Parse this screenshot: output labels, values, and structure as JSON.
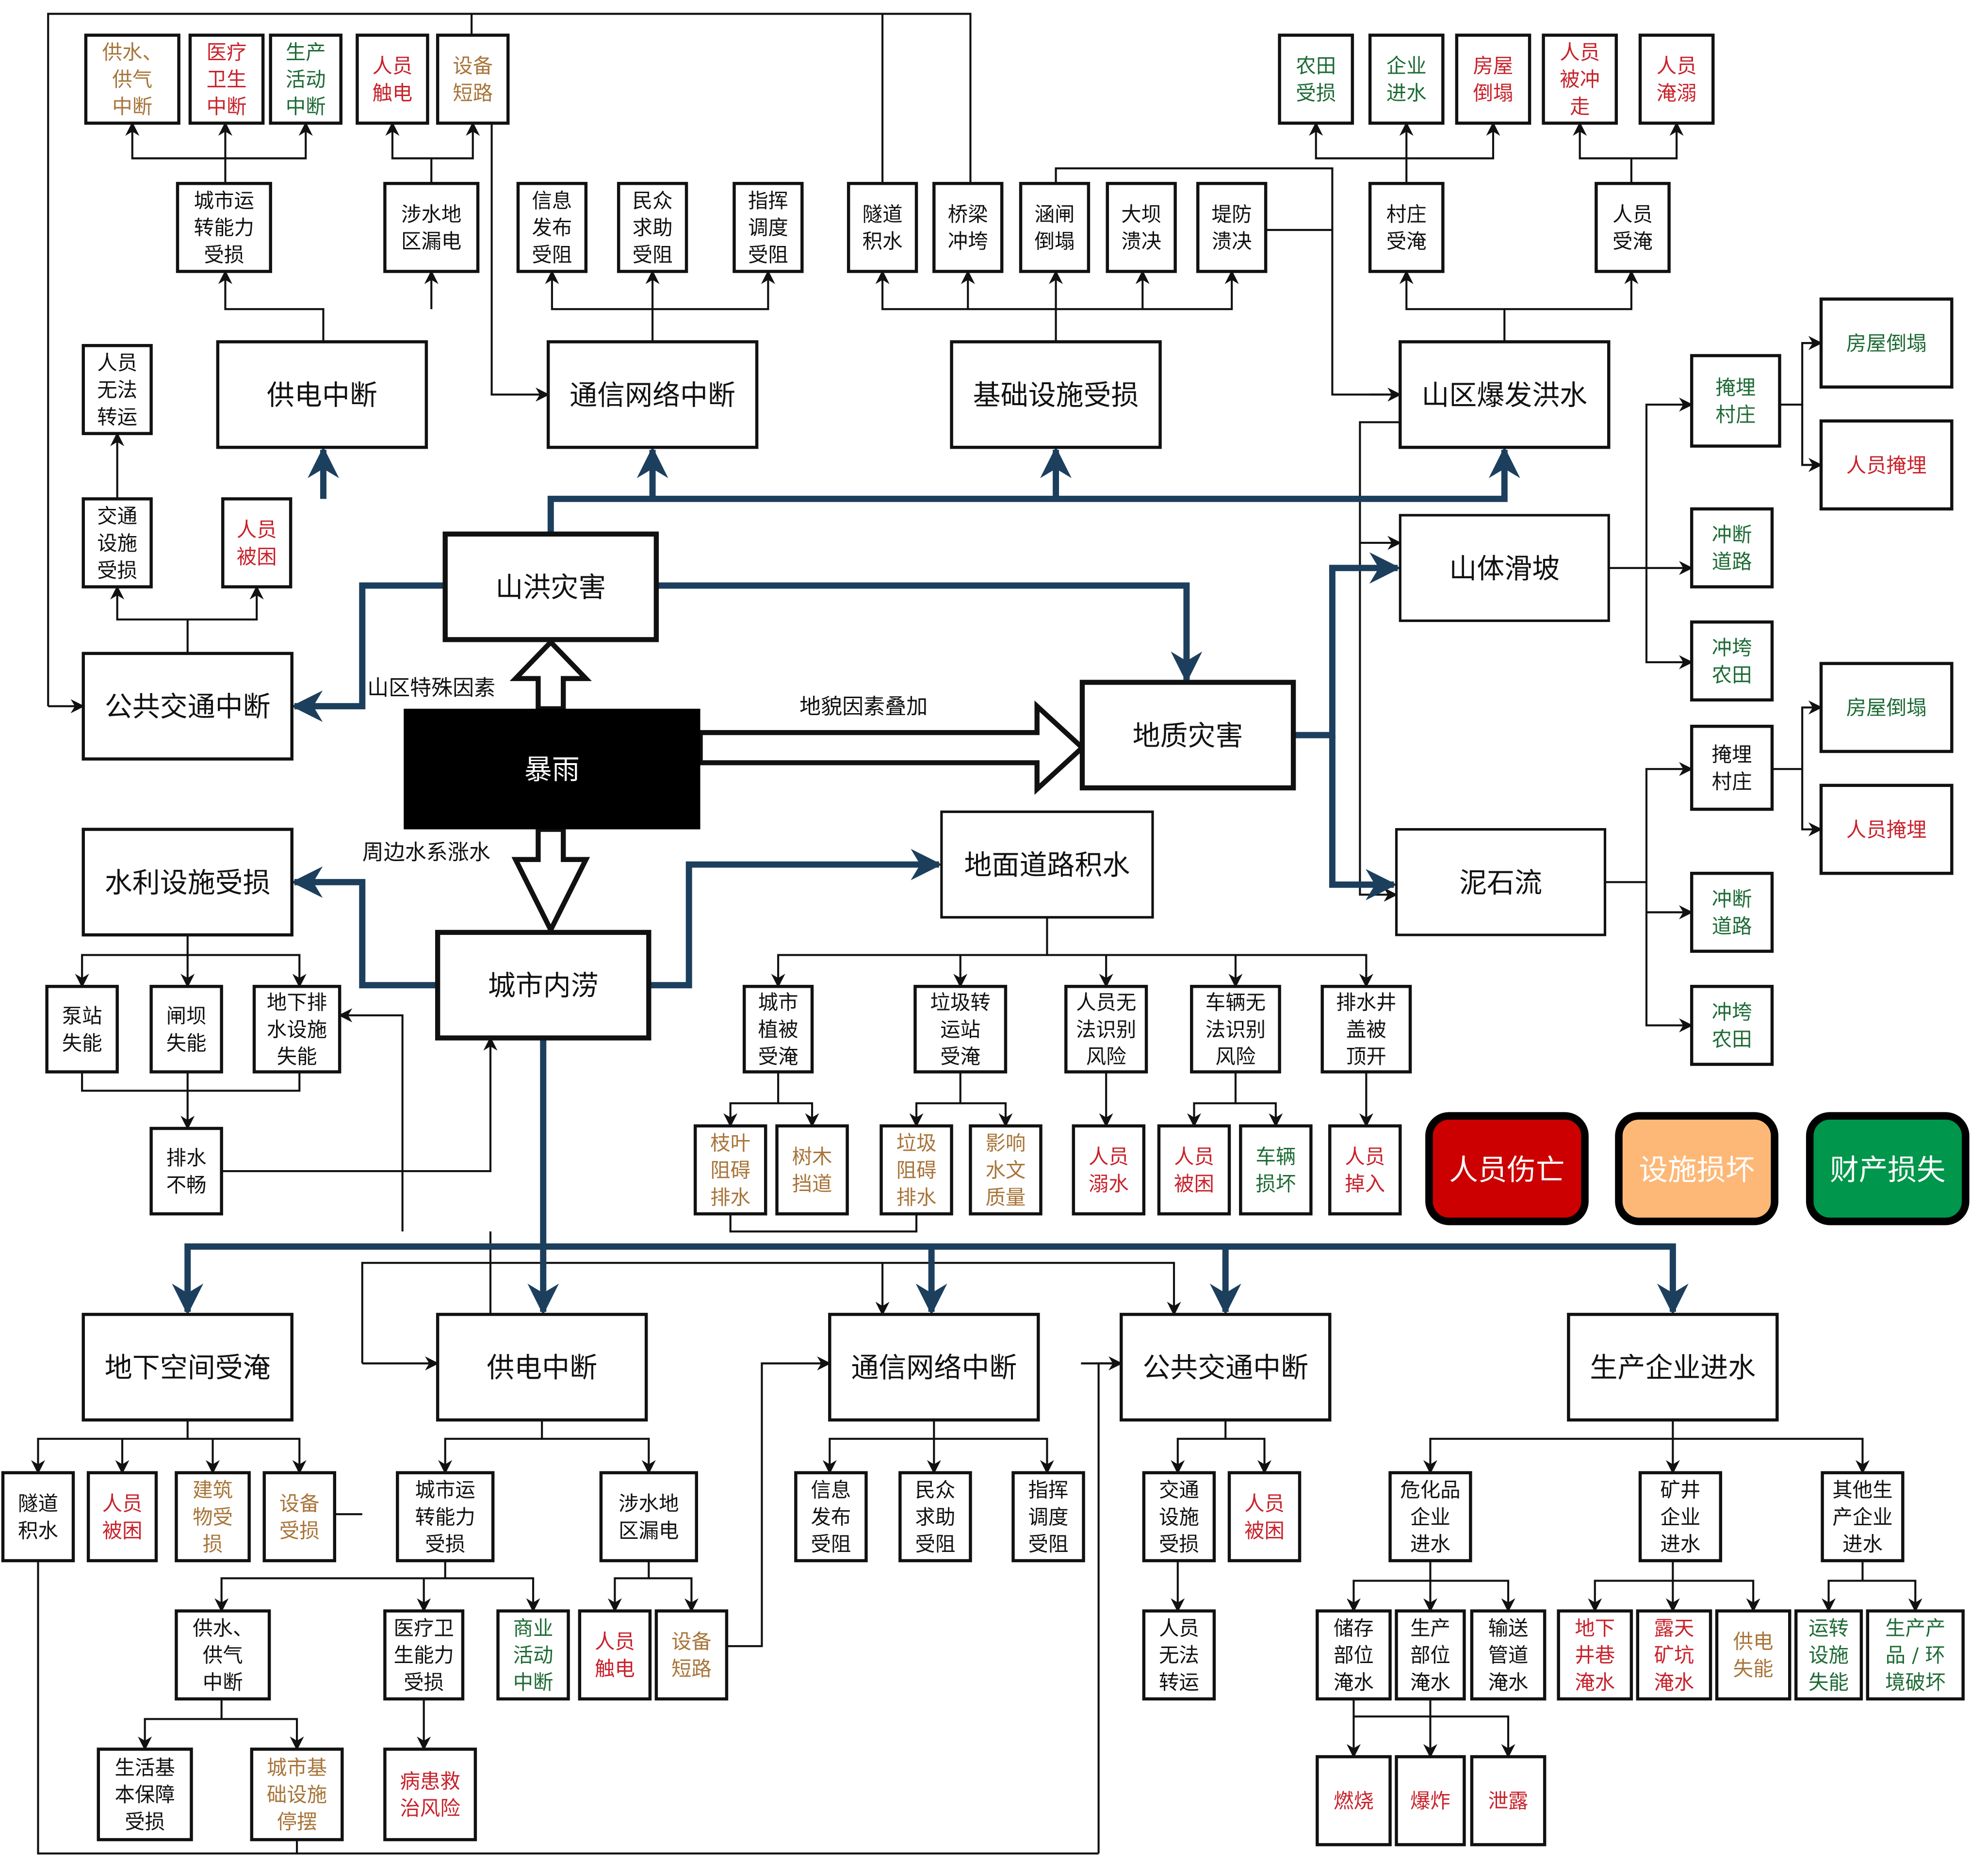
{
  "colors": {
    "black": "#111111",
    "casualty": "#c8232c",
    "facility": "#a8753a",
    "property": "#1e6b35",
    "flow": "#1d3f5e",
    "legend_casualty_fill": "#cc0000",
    "legend_facility_fill": "#fdb878",
    "legend_property_fill": "#00964b"
  },
  "edge_labels": {
    "mountain_factor": "山区特殊因素",
    "terrain_factor": "地貌因素叠加",
    "water_rise": "周边水系涨水"
  },
  "legend": [
    {
      "label": "人员伤亡",
      "key": "casualty"
    },
    {
      "label": "设施损坏",
      "key": "facility"
    },
    {
      "label": "财产损失",
      "key": "property"
    }
  ],
  "nodes": {
    "rainstorm": {
      "label": "暴雨",
      "color": "white"
    },
    "flash_flood": {
      "label": "山洪灾害",
      "color": "black"
    },
    "geo_hazard": {
      "label": "地质灾害",
      "color": "black"
    },
    "urban_waterlog": {
      "label": "城市内涝",
      "color": "black"
    },
    "t_power": {
      "label": "供电中断",
      "color": "black"
    },
    "t_comm": {
      "label": "通信网络中断",
      "color": "black"
    },
    "t_infra": {
      "label": "基础设施受损",
      "color": "black"
    },
    "t_mtflood": {
      "label": "山区爆发洪水",
      "color": "black"
    },
    "t_transit": {
      "label": "公共交通中断",
      "color": "black"
    },
    "t_urbop": {
      "label": "城市运\n转能力\n受损",
      "color": "black"
    },
    "t_leak": {
      "label": "涉水地\n区漏电",
      "color": "black"
    },
    "t_water_gas": {
      "label": "供水、\n供气\n中断",
      "color": "facility"
    },
    "t_medical": {
      "label": "医疗\n卫生\n中断",
      "color": "casualty"
    },
    "t_production": {
      "label": "生产\n活动\n中断",
      "color": "property"
    },
    "t_shock": {
      "label": "人员\n触电",
      "color": "casualty"
    },
    "t_short": {
      "label": "设备\n短路",
      "color": "facility"
    },
    "t_info": {
      "label": "信息\n发布\n受阻",
      "color": "black"
    },
    "t_help": {
      "label": "民众\n求助\n受阻",
      "color": "black"
    },
    "t_dispatch": {
      "label": "指挥\n调度\n受阻",
      "color": "black"
    },
    "t_tunnel": {
      "label": "隧道\n积水",
      "color": "black"
    },
    "t_bridge": {
      "label": "桥梁\n冲垮",
      "color": "black"
    },
    "t_culvert": {
      "label": "涵闸\n倒塌",
      "color": "black"
    },
    "t_dam": {
      "label": "大坝\n溃决",
      "color": "black"
    },
    "t_levee": {
      "label": "堤防\n溃决",
      "color": "black"
    },
    "t_village": {
      "label": "村庄\n受淹",
      "color": "black"
    },
    "t_people": {
      "label": "人员\n受淹",
      "color": "black"
    },
    "t_farm": {
      "label": "农田\n受损",
      "color": "property"
    },
    "t_ent": {
      "label": "企业\n进水",
      "color": "property"
    },
    "t_house": {
      "label": "房屋\n倒塌",
      "color": "casualty"
    },
    "t_washed": {
      "label": "人员\n被冲\n走",
      "color": "casualty"
    },
    "t_drown": {
      "label": "人员\n淹溺",
      "color": "casualty"
    },
    "t_noTransfer": {
      "label": "人员\n无法\n转运",
      "color": "black"
    },
    "t_trafficDmg": {
      "label": "交通\n设施\n受损",
      "color": "black"
    },
    "t_trapped": {
      "label": "人员\n被困",
      "color": "casualty"
    },
    "landslide": {
      "label": "山体滑坡",
      "color": "black"
    },
    "debris": {
      "label": "泥石流",
      "color": "black"
    },
    "ls_bury_village": {
      "label": "掩埋\n村庄",
      "color": "property"
    },
    "ls_house": {
      "label": "房屋倒塌",
      "color": "property"
    },
    "ls_people": {
      "label": "人员掩埋",
      "color": "casualty"
    },
    "ls_road": {
      "label": "冲断\n道路",
      "color": "property"
    },
    "ls_farm": {
      "label": "冲垮\n农田",
      "color": "property"
    },
    "df_bury_village": {
      "label": "掩埋\n村庄",
      "color": "black"
    },
    "df_house": {
      "label": "房屋倒塌",
      "color": "property"
    },
    "df_people": {
      "label": "人员掩埋",
      "color": "casualty"
    },
    "df_road": {
      "label": "冲断\n道路",
      "color": "property"
    },
    "df_farm": {
      "label": "冲垮\n农田",
      "color": "property"
    },
    "m_hydro": {
      "label": "水利设施受损",
      "color": "black"
    },
    "m_pump": {
      "label": "泵站\n失能",
      "color": "black"
    },
    "m_gate": {
      "label": "闸坝\n失能",
      "color": "black"
    },
    "m_drainfac": {
      "label": "地下排\n水设施\n失能",
      "color": "black"
    },
    "m_drainpoor": {
      "label": "排水\n不畅",
      "color": "black"
    },
    "m_road": {
      "label": "地面道路积水",
      "color": "black"
    },
    "m_veg": {
      "label": "城市\n植被\n受淹",
      "color": "black"
    },
    "m_garbage": {
      "label": "垃圾转\n运站\n受淹",
      "color": "black"
    },
    "m_pedrisk": {
      "label": "人员无\n法识别\n风险",
      "color": "black"
    },
    "m_vehrisk": {
      "label": "车辆无\n法识别\n风险",
      "color": "black"
    },
    "m_manhole": {
      "label": "排水井\n盖被\n顶开",
      "color": "black"
    },
    "m_leaves": {
      "label": "枝叶\n阻碍\n排水",
      "color": "facility"
    },
    "m_trees": {
      "label": "树木\n挡道",
      "color": "facility"
    },
    "m_garbblock": {
      "label": "垃圾\n阻碍\n排水",
      "color": "facility"
    },
    "m_hydroqual": {
      "label": "影响\n水文\n质量",
      "color": "facility"
    },
    "m_pdrown": {
      "label": "人员\n溺水",
      "color": "casualty"
    },
    "m_ptrapped": {
      "label": "人员\n被困",
      "color": "casualty"
    },
    "m_vehdmg": {
      "label": "车辆\n损坏",
      "color": "property"
    },
    "m_pfall": {
      "label": "人员\n掉入",
      "color": "casualty"
    },
    "b_underground": {
      "label": "地下空间受淹",
      "color": "black"
    },
    "b_power": {
      "label": "供电中断",
      "color": "black"
    },
    "b_comm": {
      "label": "通信网络中断",
      "color": "black"
    },
    "b_transit": {
      "label": "公共交通中断",
      "color": "black"
    },
    "b_factory": {
      "label": "生产企业进水",
      "color": "black"
    },
    "b_tunnel": {
      "label": "隧道\n积水",
      "color": "black"
    },
    "b_trapped": {
      "label": "人员\n被困",
      "color": "casualty"
    },
    "b_building": {
      "label": "建筑\n物受\n损",
      "color": "facility"
    },
    "b_equip": {
      "label": "设备\n受损",
      "color": "facility"
    },
    "b_urbop": {
      "label": "城市运\n转能力\n受损",
      "color": "black"
    },
    "b_leak": {
      "label": "涉水地\n区漏电",
      "color": "black"
    },
    "b_watergas": {
      "label": "供水、\n供气\n中断",
      "color": "black"
    },
    "b_medical": {
      "label": "医疗卫\n生能力\n受损",
      "color": "black"
    },
    "b_commerce": {
      "label": "商业\n活动\n中断",
      "color": "property"
    },
    "b_shock": {
      "label": "人员\n触电",
      "color": "casualty"
    },
    "b_short": {
      "label": "设备\n短路",
      "color": "facility"
    },
    "b_livelihood": {
      "label": "生活基\n本保障\n受损",
      "color": "black"
    },
    "b_cityinfra": {
      "label": "城市基\n础设施\n停摆",
      "color": "facility"
    },
    "b_patient": {
      "label": "病患救\n治风险",
      "color": "casualty"
    },
    "b_info": {
      "label": "信息\n发布\n受阻",
      "color": "black"
    },
    "b_help": {
      "label": "民众\n求助\n受阻",
      "color": "black"
    },
    "b_dispatch": {
      "label": "指挥\n调度\n受阻",
      "color": "black"
    },
    "b_trafficDmg": {
      "label": "交通\n设施\n受损",
      "color": "black"
    },
    "b_ptrapped": {
      "label": "人员\n被困",
      "color": "casualty"
    },
    "b_noTransfer": {
      "label": "人员\n无法\n转运",
      "color": "black"
    },
    "b_chem": {
      "label": "危化品\n企业\n进水",
      "color": "black"
    },
    "b_mine": {
      "label": "矿井\n企业\n进水",
      "color": "black"
    },
    "b_otherent": {
      "label": "其他生\n产企业\n进水",
      "color": "black"
    },
    "b_storage": {
      "label": "储存\n部位\n淹水",
      "color": "black"
    },
    "b_prodpart": {
      "label": "生产\n部位\n淹水",
      "color": "black"
    },
    "b_pipe": {
      "label": "输送\n管道\n淹水",
      "color": "black"
    },
    "b_burn": {
      "label": "燃烧",
      "color": "casualty"
    },
    "b_explode": {
      "label": "爆炸",
      "color": "casualty"
    },
    "b_leakage": {
      "label": "泄露",
      "color": "casualty"
    },
    "b_shaft": {
      "label": "地下\n井巷\n淹水",
      "color": "casualty"
    },
    "b_openpit": {
      "label": "露天\n矿坑\n淹水",
      "color": "casualty"
    },
    "b_powerfail": {
      "label": "供电\n失能",
      "color": "facility"
    },
    "b_transfac": {
      "label": "运转\n设施\n失能",
      "color": "property"
    },
    "b_envdmg": {
      "label": "生产产\n品 / 环\n境破坏",
      "color": "property"
    }
  }
}
